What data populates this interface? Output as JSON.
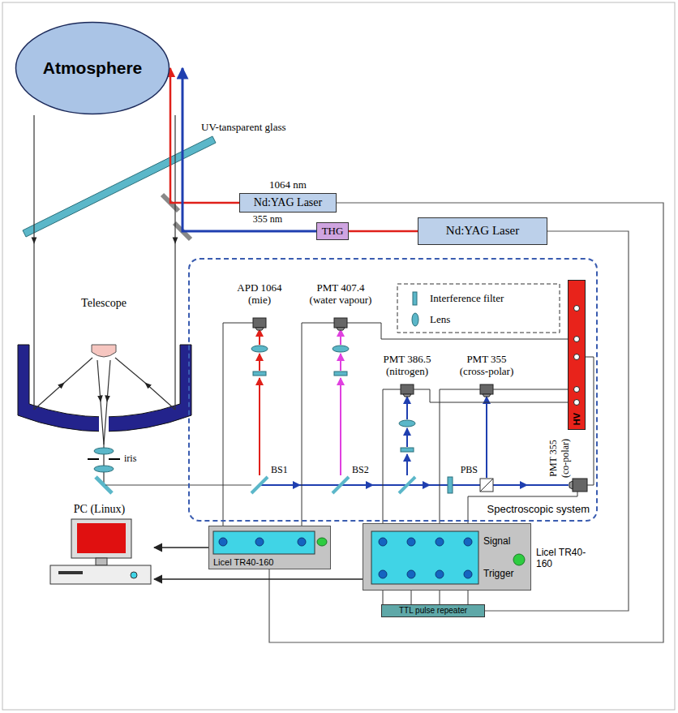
{
  "diagram": {
    "nodes": [
      {
        "text": [
          "Atmosphere"
        ]
      },
      {
        "text": [
          "Nd:YAG Laser"
        ]
      },
      {
        "text": [
          "THG"
        ]
      },
      {
        "text": [
          "Nd:YAG Laser"
        ]
      },
      {
        "text": [
          "Spectroscopic system"
        ]
      },
      {
        "text": [
          "HV"
        ],
        "in": 4
      },
      {
        "text": [
          "Licel TR40-160"
        ]
      },
      {
        "text": [
          "Licel TR40-160"
        ]
      },
      {
        "text": [
          "TTL pulse repeater"
        ]
      },
      {
        "text": [
          "PC (Linux)"
        ]
      }
    ],
    "edges": [
      {
        "from": 1,
        "to": 0,
        "arrow": "to"
      },
      {
        "from": 2,
        "to": 0,
        "arrow": "to"
      },
      {
        "from": 3,
        "to": 2,
        "arrow": "none"
      },
      {
        "from": 1,
        "to": 6,
        "arrow": "none"
      },
      {
        "from": 3,
        "to": 8,
        "arrow": "none"
      },
      {
        "from": 8,
        "to": 7,
        "arrow": "none"
      },
      {
        "from": 6,
        "to": 9,
        "arrow": "to"
      },
      {
        "from": 7,
        "to": 9,
        "arrow": "to"
      }
    ],
    "labels": [
      "UV-tansparent glass",
      "1064 nm",
      "355 nm",
      "Telescope",
      "iris",
      "APD 1064",
      "(mie)",
      "PMT 407.4",
      "(water vapour)",
      "PMT 386.5",
      "(nitrogen)",
      "PMT 355",
      "(cross-polar)",
      "PMT 355",
      "(co-polar)",
      "BS1",
      "BS2",
      "PBS",
      "Signal",
      "Trigger"
    ],
    "legend": [
      {
        "text": "Interference filter"
      },
      {
        "text": "Lens"
      }
    ]
  }
}
